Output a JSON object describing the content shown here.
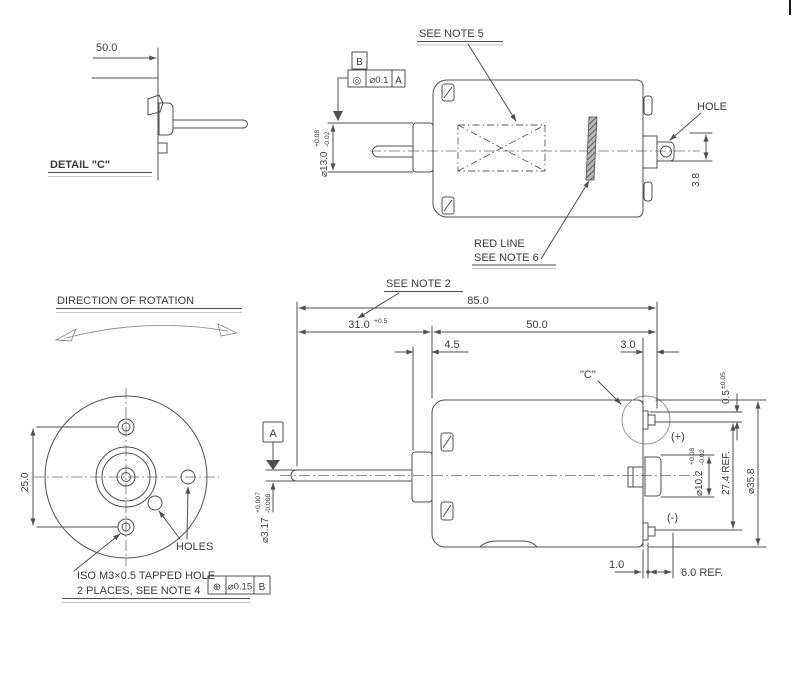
{
  "colors": {
    "line": "#4f4f4f",
    "text": "#3b3b3b",
    "background": "#ffffff"
  },
  "detail_c": {
    "dim50": "50.0",
    "title": "DETAIL \"C\""
  },
  "top_view": {
    "note5": "SEE NOTE 5",
    "datum_b": "B",
    "fcf_sym": "◎",
    "fcf_tol": "⌀0.1",
    "fcf_datum": "A",
    "dia13": "⌀13.0",
    "dia13_plus": "+0.08",
    "dia13_minus": "-0.02",
    "hole": "HOLE",
    "dim38": "3.8",
    "redline1": "RED LINE",
    "redline2": "SEE NOTE 6"
  },
  "front_view": {
    "rotation": "DIRECTION OF ROTATION",
    "dim25": "25.0",
    "holes": "HOLES",
    "tapped1": "ISO M3×0.5 TAPPED HOLE",
    "tapped2": "2 PLACES, SEE NOTE 4",
    "fcf_sym": "⊕",
    "fcf_tol": "⌀0.15",
    "fcf_datum": "B"
  },
  "side_view": {
    "note2": "SEE NOTE 2",
    "dim85": "85.0",
    "dim31": "31.0",
    "dim31_tol": "+0.5",
    "dim50": "50.0",
    "dim45": "4.5",
    "dim30": "3.0",
    "c_ref": "\"C\"",
    "dim05": "0.5",
    "dim05_tol": "±0.05",
    "plus": "(+)",
    "minus": "(-)",
    "dia102": "⌀10.2",
    "dia102_plus": "+0.08",
    "dia102_minus": "-0.02",
    "dim274": "27.4 REF.",
    "dia358": "⌀35.8",
    "dim10": "1.0",
    "dim60": "6.0 REF.",
    "datum_a": "A",
    "dia317": "⌀3.17",
    "dia317_plus": "+0.007",
    "dia317_minus": "-0.008"
  }
}
